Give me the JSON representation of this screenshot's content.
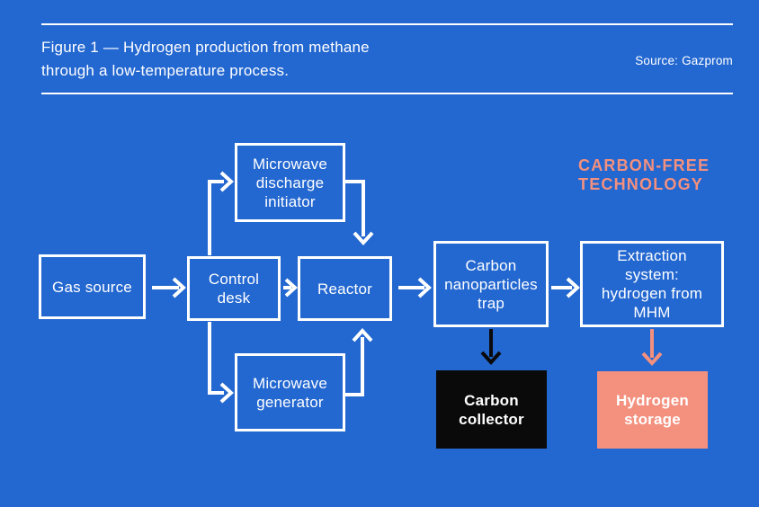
{
  "colors": {
    "background": "#2367d0",
    "foreground": "#ffffff",
    "salmon": "#f4907e",
    "collector_black": "#0a0a0a"
  },
  "header": {
    "title_lines": [
      "Figure 1 — Hydrogen production from methane",
      "through a low-temperature process."
    ],
    "source": "Source: Gazprom"
  },
  "diagram": {
    "annotation_lines": [
      "CARBON-FREE",
      "TECHNOLOGY"
    ],
    "nodes": {
      "gas_source": {
        "label": "Gas source"
      },
      "control_desk": {
        "label": [
          "Control",
          "desk"
        ]
      },
      "reactor": {
        "label": "Reactor"
      },
      "microwave_discharge_initiator": {
        "label": [
          "Microwave",
          "discharge",
          "initiator"
        ]
      },
      "microwave_generator": {
        "label": [
          "Microwave",
          "generator"
        ]
      },
      "carbon_nanoparticles_trap": {
        "label": [
          "Carbon",
          "nanoparticles",
          "trap"
        ]
      },
      "extraction_system": {
        "label": [
          "Extraction",
          "system:",
          "hydrogen from",
          "MHM"
        ]
      },
      "carbon_collector": {
        "label": [
          "Carbon",
          "collector"
        ]
      },
      "hydrogen_storage": {
        "label": [
          "Hydrogen",
          "storage"
        ]
      }
    },
    "connections": [
      {
        "from": "gas_source",
        "to": "control_desk",
        "color": "white"
      },
      {
        "from": "control_desk",
        "to": "microwave_discharge_initiator",
        "color": "white"
      },
      {
        "from": "control_desk",
        "to": "reactor",
        "color": "white"
      },
      {
        "from": "control_desk",
        "to": "microwave_generator",
        "color": "white"
      },
      {
        "from": "microwave_discharge_initiator",
        "to": "reactor",
        "color": "white"
      },
      {
        "from": "microwave_generator",
        "to": "reactor",
        "color": "white"
      },
      {
        "from": "reactor",
        "to": "carbon_nanoparticles_trap",
        "color": "white"
      },
      {
        "from": "carbon_nanoparticles_trap",
        "to": "extraction_system",
        "color": "white"
      },
      {
        "from": "carbon_nanoparticles_trap",
        "to": "carbon_collector",
        "color": "black"
      },
      {
        "from": "extraction_system",
        "to": "hydrogen_storage",
        "color": "salmon"
      }
    ]
  }
}
